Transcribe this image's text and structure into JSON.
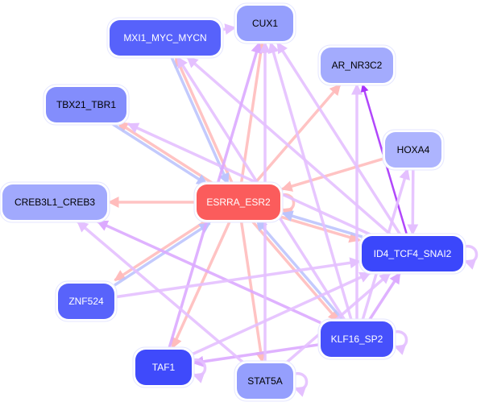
{
  "diagram": {
    "type": "directed-network",
    "nodes": [
      {
        "id": "MXI1_MYC_MYCN",
        "label": "MXI1_MYC_MYCN",
        "fill": "#5762fb",
        "text_color": "#ffffff"
      },
      {
        "id": "CUX1",
        "label": "CUX1",
        "fill": "#959ffd",
        "text_color": "#000000"
      },
      {
        "id": "AR_NR3C2",
        "label": "AR_NR3C2",
        "fill": "#a3abfd",
        "text_color": "#000000"
      },
      {
        "id": "TBX21_TBR1",
        "label": "TBX21_TBR1",
        "fill": "#838dfc",
        "text_color": "#000000"
      },
      {
        "id": "HOXA4",
        "label": "HOXA4",
        "fill": "#adb4fe",
        "text_color": "#000000"
      },
      {
        "id": "CREB3L1_CREB3",
        "label": "CREB3L1_CREB3",
        "fill": "#a1a9fd",
        "text_color": "#000000"
      },
      {
        "id": "ESRRA_ESR2",
        "label": "ESRRA_ESR2",
        "fill": "#fb5c5c",
        "text_color": "#ffffff"
      },
      {
        "id": "ID4_TCF4_SNAI2",
        "label": "ID4_TCF4_SNAI2",
        "fill": "#3b47fb",
        "text_color": "#ffffff"
      },
      {
        "id": "ZNF524",
        "label": "ZNF524",
        "fill": "#5863fb",
        "text_color": "#ffffff"
      },
      {
        "id": "KLF16_SP2",
        "label": "KLF16_SP2",
        "fill": "#4650fb",
        "text_color": "#ffffff"
      },
      {
        "id": "TAF1",
        "label": "TAF1",
        "fill": "#3f4afb",
        "text_color": "#ffffff"
      },
      {
        "id": "STAT5A",
        "label": "STAT5A",
        "fill": "#959ffd",
        "text_color": "#000000"
      }
    ],
    "edge_colors": {
      "pink": "#ffbcbc",
      "lavender": "#e4c0ff",
      "violet": "#dcaaff",
      "blue": "#bcc4fd",
      "purple": "#a933fb"
    },
    "edges": [
      {
        "from": "MXI1_MYC_MYCN",
        "to": "CUX1",
        "color": "lavender"
      },
      {
        "from": "ESRRA_ESR2",
        "to": "ESRRA_ESR2",
        "color": "pink"
      },
      {
        "from": "ESRRA_ESR2",
        "to": "CUX1",
        "color": "pink"
      },
      {
        "from": "ESRRA_ESR2",
        "to": "AR_NR3C2",
        "color": "pink"
      },
      {
        "from": "ESRRA_ESR2",
        "to": "TBX21_TBR1",
        "color": "pink"
      },
      {
        "from": "ESRRA_ESR2",
        "to": "CREB3L1_CREB3",
        "color": "pink"
      },
      {
        "from": "ESRRA_ESR2",
        "to": "MXI1_MYC_MYCN",
        "color": "pink"
      },
      {
        "from": "ESRRA_ESR2",
        "to": "ZNF524",
        "color": "pink"
      },
      {
        "from": "ESRRA_ESR2",
        "to": "TAF1",
        "color": "pink"
      },
      {
        "from": "ESRRA_ESR2",
        "to": "STAT5A",
        "color": "pink"
      },
      {
        "from": "ESRRA_ESR2",
        "to": "ID4_TCF4_SNAI2",
        "color": "pink"
      },
      {
        "from": "ESRRA_ESR2",
        "to": "KLF16_SP2",
        "color": "pink"
      },
      {
        "from": "HOXA4",
        "to": "ESRRA_ESR2",
        "color": "pink"
      },
      {
        "from": "TBX21_TBR1",
        "to": "ESRRA_ESR2",
        "color": "blue"
      },
      {
        "from": "MXI1_MYC_MYCN",
        "to": "ESRRA_ESR2",
        "color": "blue"
      },
      {
        "from": "ZNF524",
        "to": "ESRRA_ESR2",
        "color": "blue"
      },
      {
        "from": "ID4_TCF4_SNAI2",
        "to": "ESRRA_ESR2",
        "color": "blue"
      },
      {
        "from": "KLF16_SP2",
        "to": "ESRRA_ESR2",
        "color": "blue"
      },
      {
        "from": "ID4_TCF4_SNAI2",
        "to": "AR_NR3C2",
        "color": "purple"
      },
      {
        "from": "ID4_TCF4_SNAI2",
        "to": "ID4_TCF4_SNAI2",
        "color": "lavender"
      },
      {
        "from": "ID4_TCF4_SNAI2",
        "to": "MXI1_MYC_MYCN",
        "color": "lavender"
      },
      {
        "from": "ID4_TCF4_SNAI2",
        "to": "CUX1",
        "color": "lavender"
      },
      {
        "from": "ID4_TCF4_SNAI2",
        "to": "TBX21_TBR1",
        "color": "lavender"
      },
      {
        "from": "KLF16_SP2",
        "to": "ID4_TCF4_SNAI2",
        "color": "violet"
      },
      {
        "from": "KLF16_SP2",
        "to": "KLF16_SP2",
        "color": "lavender"
      },
      {
        "from": "KLF16_SP2",
        "to": "AR_NR3C2",
        "color": "lavender"
      },
      {
        "from": "KLF16_SP2",
        "to": "HOXA4",
        "color": "lavender"
      },
      {
        "from": "KLF16_SP2",
        "to": "CUX1",
        "color": "lavender"
      },
      {
        "from": "KLF16_SP2",
        "to": "MXI1_MYC_MYCN",
        "color": "lavender"
      },
      {
        "from": "KLF16_SP2",
        "to": "CREB3L1_CREB3",
        "color": "violet"
      },
      {
        "from": "KLF16_SP2",
        "to": "TAF1",
        "color": "violet"
      },
      {
        "from": "TAF1",
        "to": "TAF1",
        "color": "lavender"
      },
      {
        "from": "TAF1",
        "to": "CUX1",
        "color": "violet"
      },
      {
        "from": "TAF1",
        "to": "ID4_TCF4_SNAI2",
        "color": "lavender"
      },
      {
        "from": "STAT5A",
        "to": "STAT5A",
        "color": "lavender"
      },
      {
        "from": "STAT5A",
        "to": "CUX1",
        "color": "lavender"
      },
      {
        "from": "STAT5A",
        "to": "ID4_TCF4_SNAI2",
        "color": "lavender"
      },
      {
        "from": "STAT5A",
        "to": "CREB3L1_CREB3",
        "color": "lavender"
      },
      {
        "from": "ZNF524",
        "to": "ID4_TCF4_SNAI2",
        "color": "lavender"
      },
      {
        "from": "HOXA4",
        "to": "ID4_TCF4_SNAI2",
        "color": "lavender"
      }
    ]
  }
}
